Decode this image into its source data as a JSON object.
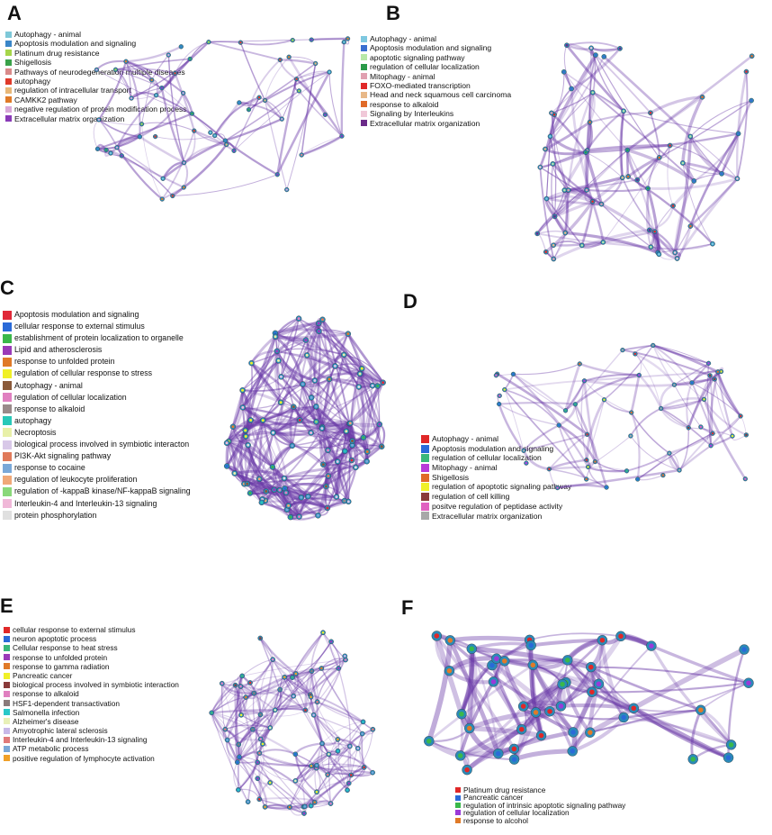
{
  "panels": [
    {
      "letter": "A",
      "legend": [
        {
          "label": "Autophagy - animal",
          "color": "#7ec8d8"
        },
        {
          "label": "Apoptosis modulation and signaling",
          "color": "#3a86c8"
        },
        {
          "label": "Platinum drug resistance",
          "color": "#a6d64a"
        },
        {
          "label": "Shigellosis",
          "color": "#3aa24a"
        },
        {
          "label": "Pathways of neurodegeneration multiple diseases",
          "color": "#d98a8a"
        },
        {
          "label": "autophagy",
          "color": "#e03a2a"
        },
        {
          "label": "regulation of intracellular transport",
          "color": "#e8b878"
        },
        {
          "label": "CAMKK2 pathway",
          "color": "#e07a28"
        },
        {
          "label": "negative regulation of protein modification process",
          "color": "#d8a8d8"
        },
        {
          "label": "Extracellular matrix organization",
          "color": "#8a3ab8"
        }
      ]
    },
    {
      "letter": "B",
      "legend": [
        {
          "label": "Autophagy - animal",
          "color": "#7ec8e0"
        },
        {
          "label": "Apoptosis modulation and signaling",
          "color": "#3a6ed0"
        },
        {
          "label": "apoptotic signaling pathway",
          "color": "#b8e8a8"
        },
        {
          "label": "regulation of cellular localization",
          "color": "#2a9a48"
        },
        {
          "label": "Mitophagy - animal",
          "color": "#e0a0b0"
        },
        {
          "label": "FOXO-mediated transcription",
          "color": "#e02828"
        },
        {
          "label": "Head and neck squamous cell carcinoma",
          "color": "#e8b888"
        },
        {
          "label": "response to alkaloid",
          "color": "#e06a28"
        },
        {
          "label": "Signaling by Interleukins",
          "color": "#f0c8d8"
        },
        {
          "label": "Extracellular matrix organization",
          "color": "#6a2a88"
        }
      ]
    },
    {
      "letter": "C",
      "legend": [
        {
          "label": "Apoptosis modulation and signaling",
          "color": "#e02838"
        },
        {
          "label": "cellular response to external stimulus",
          "color": "#2a6ad8"
        },
        {
          "label": "establishment of protein localization to organelle",
          "color": "#3ab84a"
        },
        {
          "label": "Lipid and atherosclerosis",
          "color": "#9a3ab8"
        },
        {
          "label": "response to unfolded protein",
          "color": "#e07a28"
        },
        {
          "label": "regulation of cellular response to stress",
          "color": "#f0f028"
        },
        {
          "label": "Autophagy - animal",
          "color": "#8a5a3a"
        },
        {
          "label": "regulation of cellular localization",
          "color": "#e080c0"
        },
        {
          "label": "response to alkaloid",
          "color": "#9a8a8a"
        },
        {
          "label": "autophagy",
          "color": "#28c8b8"
        },
        {
          "label": "Necroptosis",
          "color": "#e8f0a8"
        },
        {
          "label": "biological process involved in symbiotic interacton",
          "color": "#d8c8e8"
        },
        {
          "label": "PI3K-Akt signaling pathway",
          "color": "#e07a5a"
        },
        {
          "label": "response to cocaine",
          "color": "#7aa8d8"
        },
        {
          "label": "regulation of leukocyte proliferation",
          "color": "#f0a878"
        },
        {
          "label": "regulation of -kappaB kinase/NF-kappaB signaling",
          "color": "#8ad87a"
        },
        {
          "label": "Interleukin-4 and Interleukin-13 signaling",
          "color": "#f0b8d8"
        },
        {
          "label": "protein phosphorylation",
          "color": "#e0e0e0"
        }
      ]
    },
    {
      "letter": "D",
      "legend": [
        {
          "label": "Autophagy - animal",
          "color": "#e02828"
        },
        {
          "label": "Apoptosis modulation and signaling",
          "color": "#2a6ad8"
        },
        {
          "label": "regulation of cellular localization",
          "color": "#3ab87a"
        },
        {
          "label": "Mitophagy - animal",
          "color": "#b83ad8"
        },
        {
          "label": "Shigellosis",
          "color": "#e06a28"
        },
        {
          "label": "regulation of apoptotic signaling pathway",
          "color": "#f0f028"
        },
        {
          "label": "regulation of cell killing",
          "color": "#8a3a3a"
        },
        {
          "label": "positve regulation of peptidase activity",
          "color": "#e060c0"
        },
        {
          "label": "Extracellular matrix organization",
          "color": "#a8a8a8"
        }
      ]
    },
    {
      "letter": "E",
      "legend": [
        {
          "label": "cellular response to external stimulus",
          "color": "#e02828"
        },
        {
          "label": "neuron apoptotic process",
          "color": "#2a6ad8"
        },
        {
          "label": "Cellular response to heat stress",
          "color": "#3ab87a"
        },
        {
          "label": "response to unfolded protein",
          "color": "#9a3ab8"
        },
        {
          "label": "response to gamma radiation",
          "color": "#e07a28"
        },
        {
          "label": "Pancreatic cancer",
          "color": "#f0f028"
        },
        {
          "label": "biological process involved in symbiotic interaction",
          "color": "#8a3a3a"
        },
        {
          "label": "response to alkaloid",
          "color": "#e080c0"
        },
        {
          "label": "HSF1-dependent transactivation",
          "color": "#8a7a7a"
        },
        {
          "label": "Salmonella infection",
          "color": "#28c8c8"
        },
        {
          "label": "Alzheimer's disease",
          "color": "#e8f0b8"
        },
        {
          "label": "Amyotrophic lateral sclerosis",
          "color": "#c8b8e8"
        },
        {
          "label": "Interleukin-4 and Interleukin-13 signaling",
          "color": "#e07a7a"
        },
        {
          "label": "ATP metabolic process",
          "color": "#7aa8d8"
        },
        {
          "label": "positive regulation of lymphocyte activation",
          "color": "#f0a028"
        }
      ]
    },
    {
      "letter": "F",
      "legend": [
        {
          "label": "Platinum drug resistance",
          "color": "#e02828"
        },
        {
          "label": "Pancreatic cancer",
          "color": "#2a6ad8"
        },
        {
          "label": "regulation of intrinsic apoptotic signaling pathway",
          "color": "#3ab84a"
        },
        {
          "label": "regulation of cellular localization",
          "color": "#9a3ad8"
        },
        {
          "label": "response to alcohol",
          "color": "#e07a28"
        }
      ]
    }
  ],
  "edge_color": "#6a3aa8",
  "node_color": "#2a8ab8"
}
